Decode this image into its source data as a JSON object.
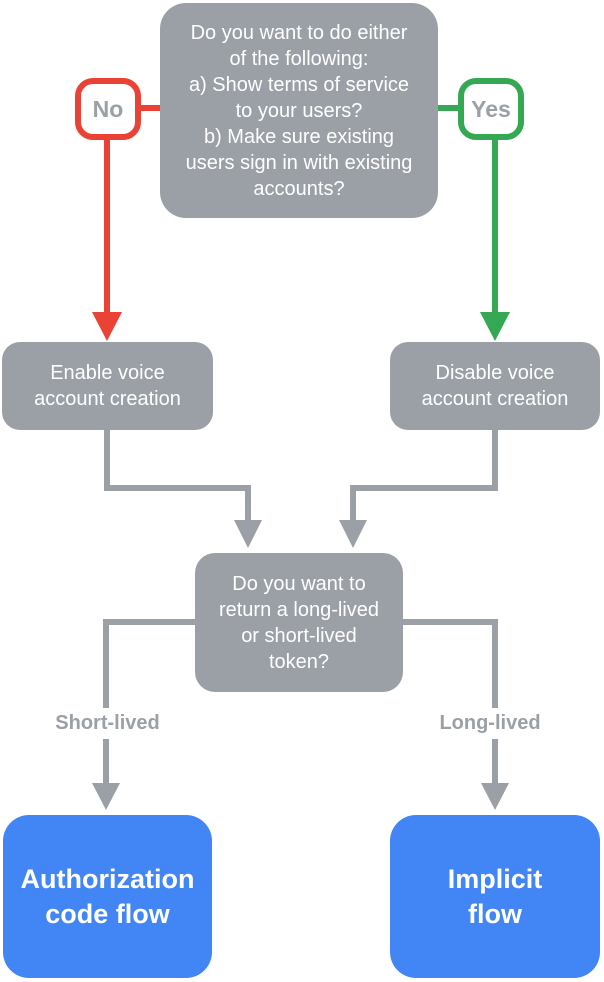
{
  "diagram": {
    "nodes": {
      "question_top": {
        "text": "Do you want to do either\nof the following:\na) Show terms of service\nto your users?\nb) Make sure existing\nusers sign in with existing\naccounts?"
      },
      "enable_voice": {
        "text": "Enable voice\naccount creation"
      },
      "disable_voice": {
        "text": "Disable voice\naccount creation"
      },
      "question_token": {
        "text": "Do you want to\nreturn a long-lived\nor short-lived\ntoken?"
      },
      "auth_code_flow": {
        "text": "Authorization\ncode flow"
      },
      "implicit_flow": {
        "text": "Implicit\nflow"
      }
    },
    "edge_labels": {
      "no": "No",
      "yes": "Yes",
      "short_lived": "Short-lived",
      "long_lived": "Long-lived"
    }
  },
  "colors": {
    "background": "#FFFFFF",
    "node_gray": "#9AA0A6",
    "connector_gray": "#9AA0A6",
    "branch_no_red": "#EA4335",
    "branch_yes_green": "#34A853",
    "result_blue": "#4285F4",
    "node_text_white": "#FFFFFF",
    "label_text_gray": "#9AA0A6"
  }
}
